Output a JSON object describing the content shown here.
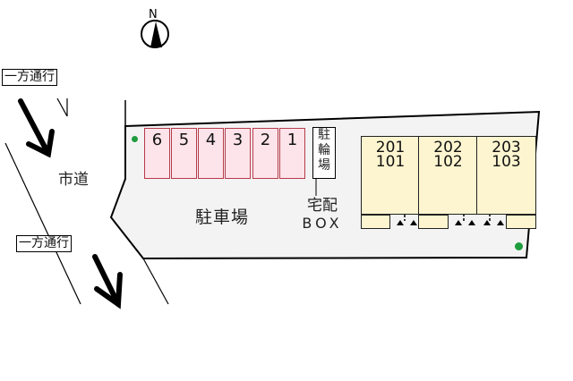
{
  "compass": {
    "label": "N",
    "icon": "north-arrow-icon"
  },
  "roads": {
    "one_way_top": {
      "label": "一方通行"
    },
    "one_way_bottom": {
      "label": "一方通行"
    },
    "city_road": {
      "label": "市道"
    }
  },
  "site": {
    "parking_lot_label": "駐車場",
    "parking_spaces": [
      "6",
      "5",
      "4",
      "3",
      "2",
      "1"
    ],
    "bicycle_parking": {
      "lines": [
        "駐",
        "輪",
        "場"
      ]
    },
    "delivery_box": {
      "line1": "宅配",
      "line2": "BOX"
    },
    "units": [
      {
        "upper": "201",
        "lower": "101"
      },
      {
        "upper": "202",
        "lower": "102"
      },
      {
        "upper": "203",
        "lower": "103"
      }
    ]
  },
  "colors": {
    "parking_fill": "#fde3ea",
    "parking_border": "#b73b4b",
    "building_fill": "#fdf5cf",
    "site_fill": "#f3f3f3",
    "tree_green": "#1f9d3e"
  }
}
